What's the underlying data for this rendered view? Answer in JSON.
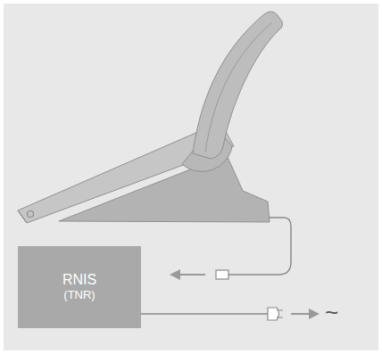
{
  "diagram": {
    "nodes": [
      {
        "text": [
          "RNIS",
          "(TNR)"
        ]
      }
    ],
    "labels": [
      "~"
    ]
  }
}
